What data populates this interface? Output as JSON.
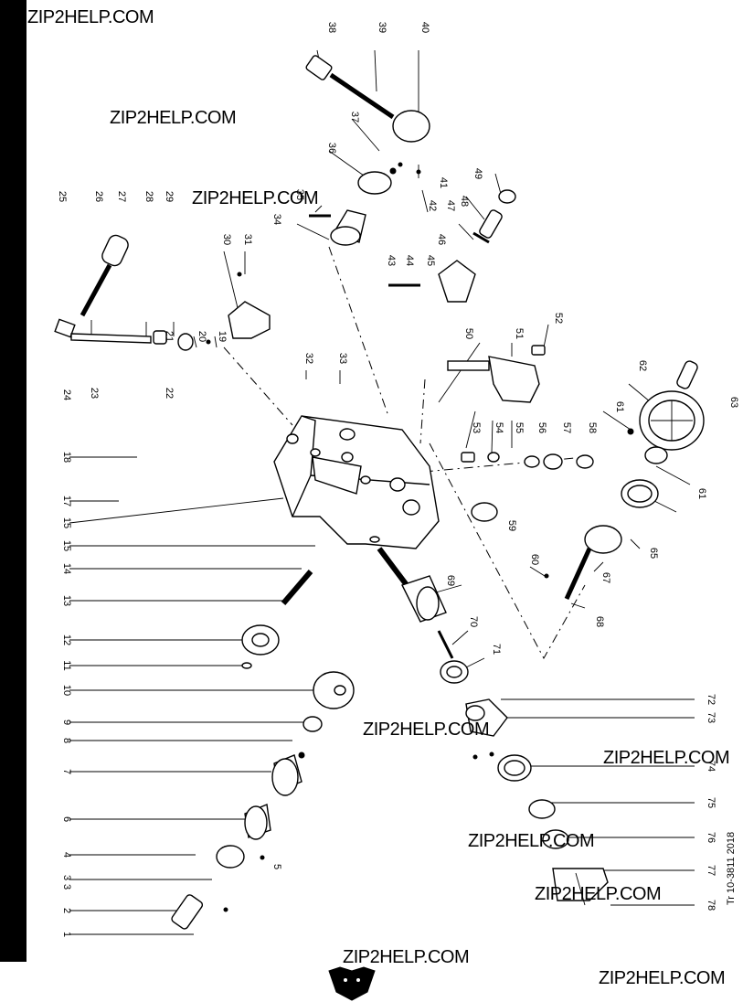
{
  "watermark": "ZIP2HELP.COM",
  "corner_code": "Tr 10-3811 2018",
  "callouts": [
    "1",
    "2",
    "3",
    "3",
    "4",
    "5",
    "6",
    "7",
    "8",
    "9",
    "10",
    "11",
    "12",
    "13",
    "14",
    "15",
    "15",
    "17",
    "18",
    "19",
    "20",
    "21",
    "22",
    "23",
    "24",
    "25",
    "26",
    "27",
    "28",
    "29",
    "30",
    "31",
    "32",
    "33",
    "34",
    "35",
    "36",
    "37",
    "38",
    "39",
    "40",
    "41",
    "42",
    "43",
    "44",
    "45",
    "46",
    "47",
    "48",
    "49",
    "50",
    "51",
    "52",
    "53",
    "54",
    "55",
    "56",
    "57",
    "58",
    "59",
    "60",
    "61",
    "61",
    "62",
    "63",
    "65",
    "67",
    "68",
    "69",
    "70",
    "71",
    "72",
    "73",
    "74",
    "75",
    "76",
    "77",
    "78"
  ],
  "icons": {
    "logo": "bear-head-logo"
  }
}
